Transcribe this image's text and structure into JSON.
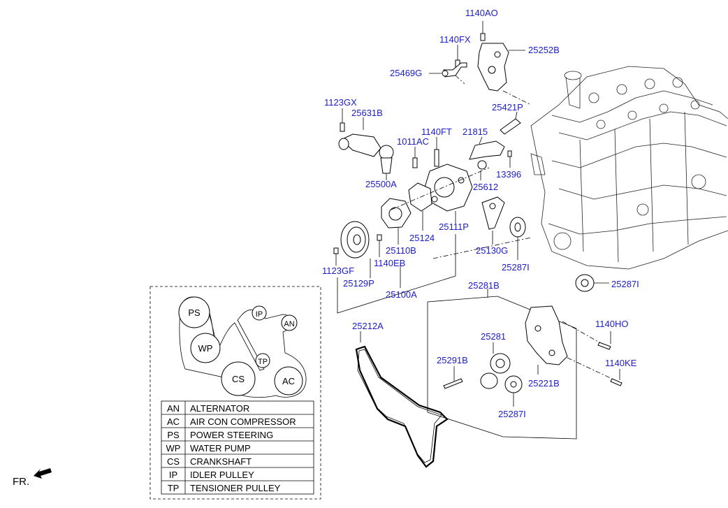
{
  "parts": {
    "p1140AO": "1140AO",
    "p1140FX": "1140FX",
    "p25252B": "25252B",
    "p25469G": "25469G",
    "p1123GX": "1123GX",
    "p25631B": "25631B",
    "p25421P": "25421P",
    "p1140FT": "1140FT",
    "p21815": "21815",
    "p1011AC": "1011AC",
    "p13396": "13396",
    "p25500A": "25500A",
    "p25612": "25612",
    "p25111P": "25111P",
    "p25124": "25124",
    "p25130G": "25130G",
    "p25110B": "25110B",
    "p1123GF": "1123GF",
    "p1140EB": "1140EB",
    "p25287I_a": "25287I",
    "p25129P": "25129P",
    "p25100A": "25100A",
    "p25287I_b": "25287I",
    "p25281B": "25281B",
    "p25212A": "25212A",
    "p1140HO": "1140HO",
    "p25281": "25281",
    "p25291B": "25291B",
    "p1140KE": "1140KE",
    "p25221B": "25221B",
    "p25287I_c": "25287I"
  },
  "belt_diagram": {
    "pulleys": {
      "ps": "PS",
      "ip": "IP",
      "an": "AN",
      "wp": "WP",
      "tp": "TP",
      "cs": "CS",
      "ac": "AC"
    }
  },
  "legend": [
    {
      "code": "AN",
      "name": "ALTERNATOR"
    },
    {
      "code": "AC",
      "name": "AIR CON COMPRESSOR"
    },
    {
      "code": "PS",
      "name": "POWER STEERING"
    },
    {
      "code": "WP",
      "name": "WATER PUMP"
    },
    {
      "code": "CS",
      "name": "CRANKSHAFT"
    },
    {
      "code": "IP",
      "name": "IDLER PULLEY"
    },
    {
      "code": "TP",
      "name": "TENSIONER PULLEY"
    }
  ],
  "front_indicator": "FR."
}
